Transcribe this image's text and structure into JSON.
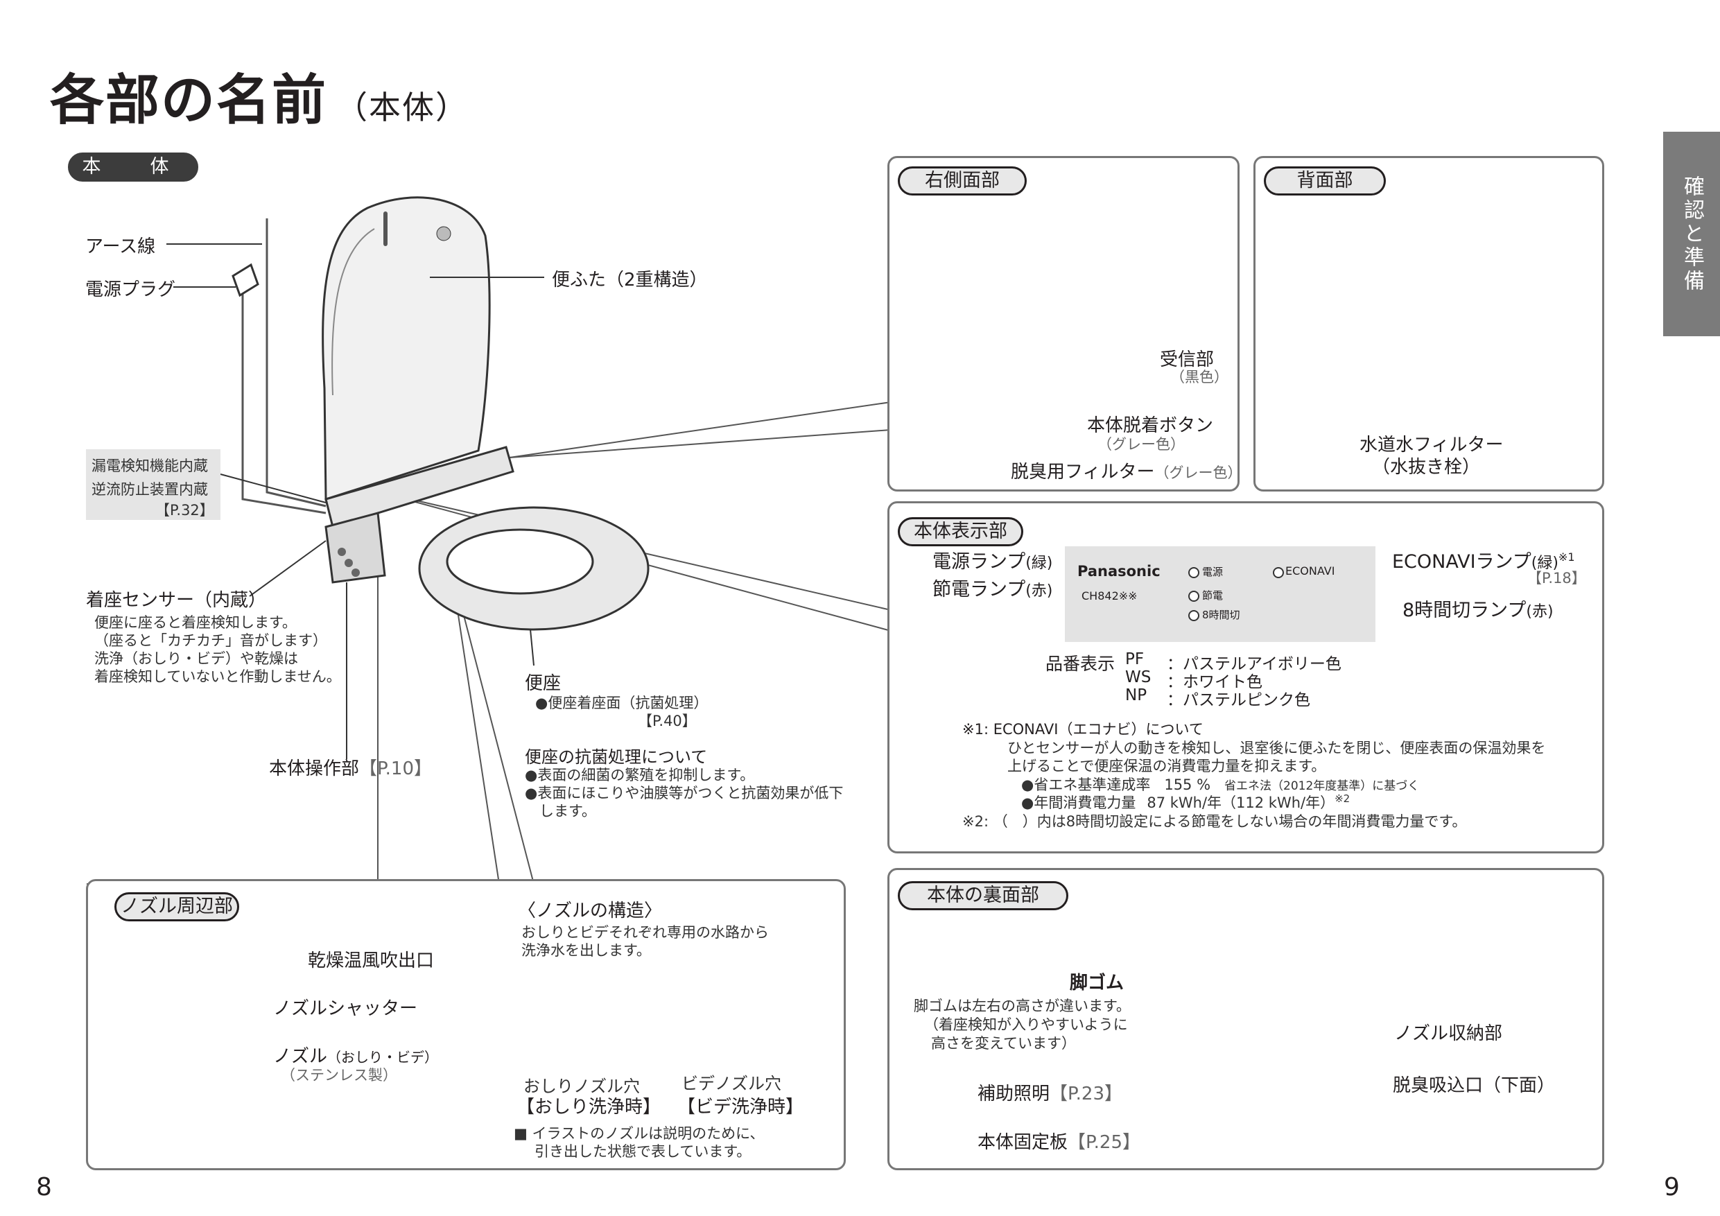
{
  "header": {
    "title": "各部の名前",
    "subtitle": "（本体）"
  },
  "side_tab": {
    "label": "確認と準備"
  },
  "main": {
    "section_label": "本　体",
    "earth_wire": "アース線",
    "power_plug": "電源プラグ",
    "lid": "便ふた（2重構造）",
    "leak_box": {
      "line1": "漏電検知機能内蔵",
      "line2": "逆流防止装置内蔵",
      "line3": "【P.32】"
    },
    "seat_sensor": {
      "title": "着座センサー（内蔵）",
      "lines": [
        "便座に座ると着座検知します。",
        "（座ると「カチカチ」音がします）",
        "洗浄（おしり・ビデ）や乾燥は",
        "着座検知していないと作動しません。"
      ]
    },
    "seat": {
      "title": "便座",
      "note": "●便座着座面（抗菌処理）",
      "ref": "【P.40】"
    },
    "antibacterial": {
      "title": "便座の抗菌処理について",
      "lines": [
        "●表面の細菌の繁殖を抑制します。",
        "●表面にほこりや油膜等がつくと抗菌効果が低下",
        "　します。"
      ]
    },
    "control_unit": {
      "label": "本体操作部",
      "ref": "【P.10】"
    }
  },
  "right_side": {
    "title": "右側面部",
    "receiver": "受信部",
    "receiver_color": "（黒色）",
    "detach_button": "本体脱着ボタン",
    "detach_color": "（グレー色）",
    "deodor_filter": "脱臭用フィルター",
    "deodor_color": "（グレー色）"
  },
  "back": {
    "title": "背面部",
    "filter": "水道水フィルター",
    "drain": "（水抜き栓）"
  },
  "display": {
    "title": "本体表示部",
    "power_lamp": "電源ランプ",
    "power_lamp_color": "(緑)",
    "save_lamp": "節電ランプ",
    "save_lamp_color": "(赤)",
    "econavi_lamp": "ECONAVIランプ",
    "econavi_lamp_color": "(緑)",
    "econavi_mark": "※1",
    "econavi_ref": "【P.18】",
    "timer_lamp": "8時間切ランプ",
    "timer_lamp_color": "(赤)",
    "panel": {
      "brand": "Panasonic",
      "model": "CH842※※",
      "power": "電源",
      "econavi": "ECONAVI",
      "save": "節電",
      "timer": "8時間切"
    },
    "model_label": "品番表示",
    "colors": [
      {
        "code": "PF",
        "name": "：パステルアイボリー色"
      },
      {
        "code": "WS",
        "name": "：ホワイト色"
      },
      {
        "code": "NP",
        "name": "：パステルピンク色"
      }
    ],
    "note1_title": "※1: ECONAVI（エコナビ）について",
    "note1_line1": "ひとセンサーが人の動きを検知し、退室後に便ふたを閉じ、便座表面の保温効果を",
    "note1_line2": "上げることで便座保温の消費電力量を抑えます。",
    "bullet1_label": "●省エネ基準達成率",
    "bullet1_value": "155 %",
    "bullet1_note": "省エネ法（2012年度基準）に基づく",
    "bullet2_label": "●年間消費電力量",
    "bullet2_value": "87 kWh/年（112 kWh/年）",
    "bullet2_mark": "※2",
    "note2": "※2: （　）内は8時間切設定による節電をしない場合の年間消費電力量です。"
  },
  "underside": {
    "title": "本体の裏面部",
    "rubber_feet": "脚ゴム",
    "rubber_note": [
      "脚ゴムは左右の高さが違います。",
      "（着座検知が入りやすいように",
      "高さを変えています）"
    ],
    "nozzle_storage": "ノズル収納部",
    "aux_light": "補助照明",
    "aux_light_ref": "【P.23】",
    "deodor_intake": "脱臭吸込口（下面）",
    "fixing_plate": "本体固定板",
    "fixing_plate_ref": "【P.25】"
  },
  "nozzle": {
    "title": "ノズル周辺部",
    "dryer_outlet": "乾燥温風吹出口",
    "shutter": "ノズルシャッター",
    "nozzle": "ノズル",
    "nozzle_sub": "（おしり・ビデ）",
    "nozzle_material": "（ステンレス製）",
    "structure_title": "〈ノズルの構造〉",
    "structure_desc": [
      "おしりとビデそれぞれ専用の水路から",
      "洗浄水を出します。"
    ],
    "oshiri_hole": "おしりノズル穴",
    "oshiri_mode": "【おしり洗浄時】",
    "bidet_hole": "ビデノズル穴",
    "bidet_mode": "【ビデ洗浄時】",
    "illus_note": [
      "■ イラストのノズルは説明のために、",
      "引き出した状態で表しています。"
    ]
  },
  "page_numbers": {
    "left": "8",
    "right": "9"
  }
}
